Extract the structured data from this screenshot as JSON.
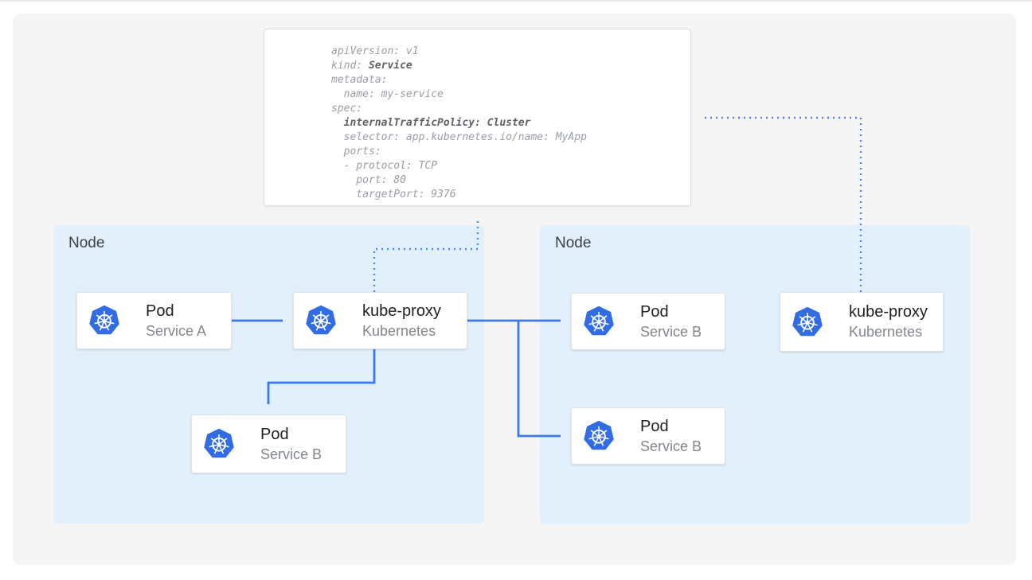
{
  "yaml": {
    "lines": [
      {
        "t": "apiVersion: v1"
      },
      {
        "t": "kind: ",
        "b": "Service"
      },
      {
        "t": "metadata:"
      },
      {
        "t": "  name: my-service"
      },
      {
        "t": "spec:"
      },
      {
        "t": "  ",
        "b": "internalTrafficPolicy: Cluster"
      },
      {
        "t": "  selector: app.kubernetes.io/name: MyApp"
      },
      {
        "t": "  ports:"
      },
      {
        "t": "  - protocol: TCP"
      },
      {
        "t": "    port: 80"
      },
      {
        "t": "    targetPort: 9376"
      }
    ]
  },
  "nodes": [
    {
      "label": "Node"
    },
    {
      "label": "Node"
    }
  ],
  "cards": [
    {
      "title": "Pod",
      "subtitle": "Service A",
      "icon": "kubernetes-logo"
    },
    {
      "title": "kube-proxy",
      "subtitle": "Kubernetes",
      "icon": "kubernetes-logo"
    },
    {
      "title": "Pod",
      "subtitle": "Service B",
      "icon": "kubernetes-logo"
    },
    {
      "title": "Pod",
      "subtitle": "Service B",
      "icon": "kubernetes-logo"
    },
    {
      "title": "Pod",
      "subtitle": "Service B",
      "icon": "kubernetes-logo"
    },
    {
      "title": "kube-proxy",
      "subtitle": "Kubernetes",
      "icon": "kubernetes-logo"
    }
  ],
  "colors": {
    "canvas_bg": "#f5f5f6",
    "node_bg": "#e2f0fc",
    "arrow_solid": "#3b78e8",
    "arrow_dotted": "#4c86ec",
    "kubernetes_blue": "#326ce5",
    "yaml_text": "#9a9ea4",
    "yaml_bold_text": "#5d6165"
  }
}
